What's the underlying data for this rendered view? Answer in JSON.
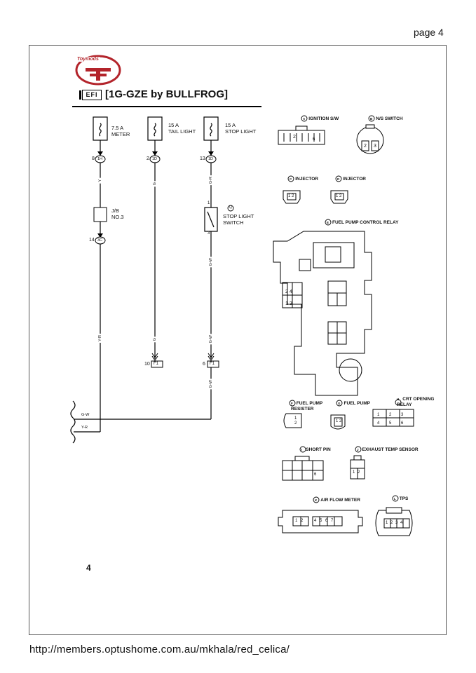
{
  "page_label": "page 4",
  "logo_text": "Toymods",
  "header": {
    "badge": "EFI",
    "title": "[1G-GZE by BULLFROG]"
  },
  "fuses": [
    {
      "rating": "7.5 A",
      "name": "METER",
      "top_pin": "8",
      "top_connector": "1H"
    },
    {
      "rating": "15 A",
      "name": "TAIL LIGHT",
      "top_pin": "2",
      "top_connector": "1D"
    },
    {
      "rating": "15 A",
      "name": "STOP LIGHT",
      "top_pin": "13",
      "top_connector": "1D"
    }
  ],
  "jb": {
    "label": "J/B\nNO.3",
    "pin": "14",
    "connector": "3C"
  },
  "stop_switch": {
    "letter": "Q",
    "label": "STOP LIGHT\nSWITCH",
    "pin_in": "1",
    "pin_out": "3"
  },
  "wire_colors": {
    "meter_upper": "Y",
    "meter_lower": "Y-R",
    "tail_upper": "G",
    "tail_lower": "G",
    "stop_upper": "G-R",
    "stop_mid": "G-W",
    "stop_lower": "G-W",
    "stop_bottom": "G-W"
  },
  "bottom_connectors": [
    {
      "pin": "10",
      "id": "F1"
    },
    {
      "pin": "6",
      "id": "F1"
    }
  ],
  "bus_labels": [
    "G-W",
    "Y-R"
  ],
  "connectors": [
    {
      "letter": "A",
      "name": "IGNITION S/W",
      "pins": [
        "2",
        "6"
      ]
    },
    {
      "letter": "B",
      "name": "N/S SWITCH",
      "pins": [
        "2",
        "3"
      ]
    },
    {
      "letter": "C",
      "name": "INJECTOR",
      "pins": [
        "1",
        "2"
      ]
    },
    {
      "letter": "D",
      "name": "INJECTOR",
      "pins": [
        "1",
        "2"
      ]
    },
    {
      "letter": "E",
      "name": "FUEL PUMP CONTROL RELAY",
      "pins": [
        "2",
        "4",
        "1",
        "3"
      ]
    },
    {
      "letter": "F",
      "name": "FUEL PUMP\nRESISTER",
      "pins": [
        "1",
        "2"
      ]
    },
    {
      "letter": "G",
      "name": "FUEL PUMP",
      "pins": [
        "1",
        "2"
      ]
    },
    {
      "letter": "H",
      "name": "CRT OPENING\nRELAY",
      "pins": [
        "1",
        "2",
        "3",
        "4",
        "5",
        "6"
      ]
    },
    {
      "letter": "I",
      "name": "SHORT PIN",
      "pins": [
        "6"
      ]
    },
    {
      "letter": "J",
      "name": "EXHAUST TEMP SENSOR",
      "pins": [
        "1",
        "2"
      ]
    },
    {
      "letter": "K",
      "name": "AIR FLOW METER",
      "pins": [
        "1",
        "2",
        "4",
        "5",
        "6",
        "7"
      ]
    },
    {
      "letter": "L",
      "name": "TPS",
      "pins": [
        "1",
        "2",
        "3",
        "4"
      ]
    }
  ],
  "footer_page_number": "4",
  "url": "http://members.optushome.com.au/mkhala/red_celica/"
}
